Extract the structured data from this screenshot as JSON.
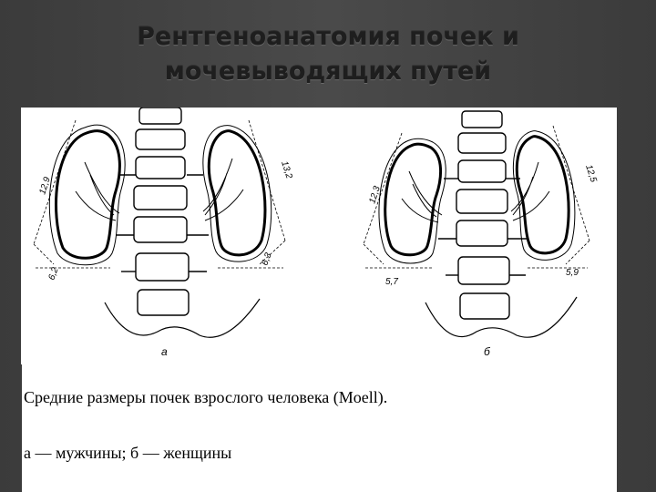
{
  "slide": {
    "title_line1": "Рентгеноанатомия почек и",
    "title_line2": "мочевыводящих путей"
  },
  "figure": {
    "panel_a": {
      "label": "а",
      "left_kidney_length": "12,9",
      "right_kidney_length": "13,2",
      "left_kidney_width": "6,2",
      "right_kidney_width": "6,3"
    },
    "panel_b": {
      "label": "б",
      "left_kidney_length": "12,3",
      "right_kidney_length": "12,5",
      "left_kidney_width": "5,7",
      "right_kidney_width": "5,9"
    }
  },
  "caption": {
    "line1": "Средние размеры почек взрослого человека (Moell).",
    "line2": "а — мужчины; б — женщины"
  }
}
